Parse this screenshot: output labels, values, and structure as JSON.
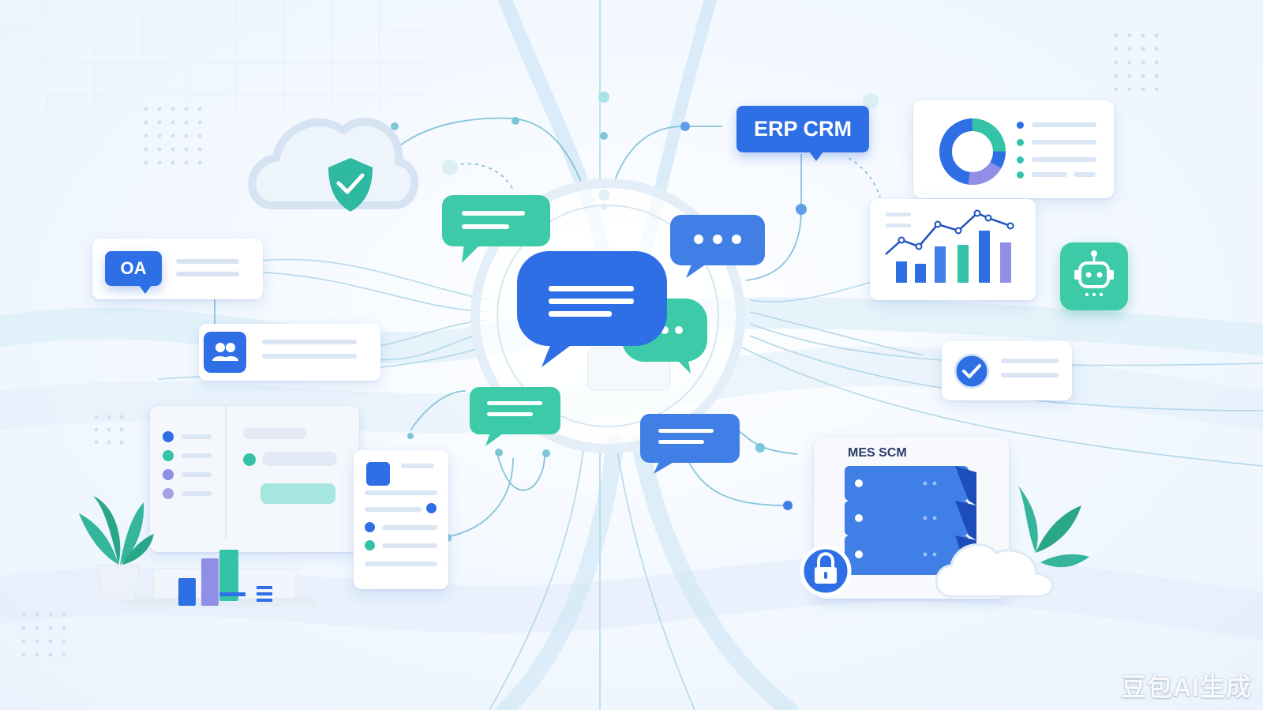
{
  "labels": {
    "oa": "OA",
    "erp_crm": "ERP CRM",
    "mes_scm": "MES SCM"
  },
  "watermark": "豆包AI生成",
  "colors": {
    "primary_blue": "#2f6fe6",
    "teal": "#34c3a6",
    "purple": "#8f8fe8",
    "light_line": "#dbe6f5",
    "connector": "#8cc7de"
  },
  "icons": [
    "cloud-icon",
    "shield-check-icon",
    "users-icon",
    "robot-icon",
    "check-circle-icon",
    "lock-icon",
    "server-icon",
    "donut-chart-icon",
    "line-bar-chart-icon",
    "plant-icon",
    "chat-bubble-icon"
  ]
}
